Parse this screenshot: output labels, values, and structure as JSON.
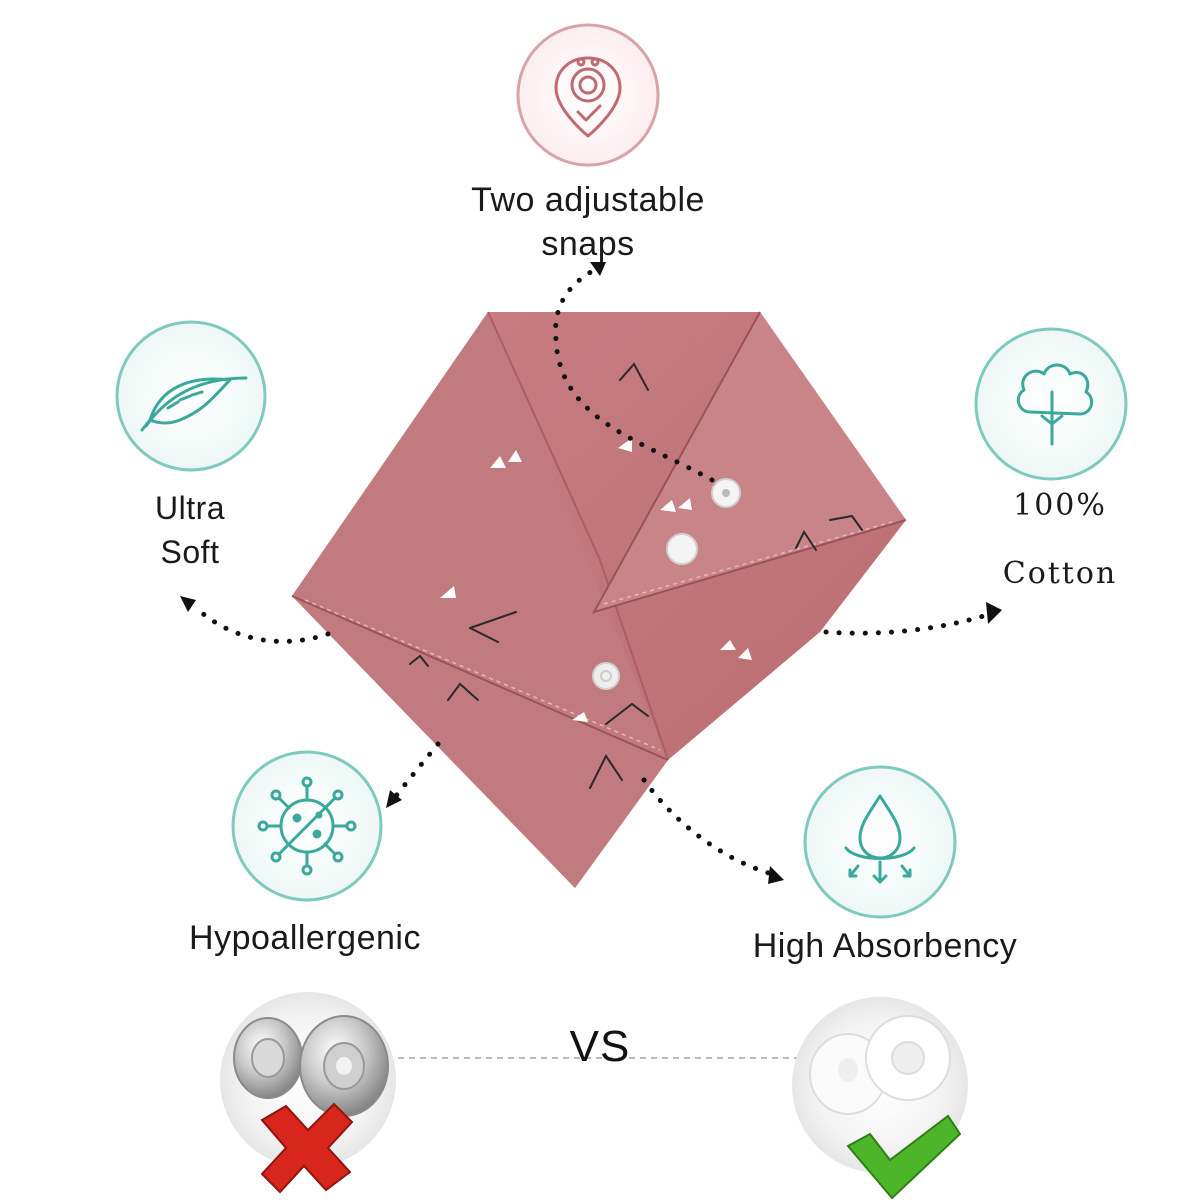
{
  "features": {
    "snaps": {
      "line1": "Two adjustable",
      "line2": "snaps",
      "icon": "bib-snap-icon"
    },
    "soft": {
      "line1": "Ultra",
      "line2": "Soft",
      "icon": "feather-icon"
    },
    "cotton": {
      "line1": "100%",
      "line2": "Cotton",
      "icon": "cotton-plant-icon"
    },
    "hypo": {
      "label": "Hypoallergenic",
      "icon": "virus-icon"
    },
    "absorb": {
      "label": "High Absorbency",
      "icon": "water-drop-icon"
    }
  },
  "comparison": {
    "vs_label": "VS",
    "bad": {
      "icon": "magnetic-button-icon",
      "mark": "red-cross-icon"
    },
    "good": {
      "icon": "plastic-snap-icon",
      "mark": "green-check-icon"
    }
  },
  "colors": {
    "bib": "#c47a7c",
    "teal": "#3aa99c",
    "rose_icon": "#c06a70",
    "cross": "#d8261c",
    "check": "#4cb52a"
  }
}
